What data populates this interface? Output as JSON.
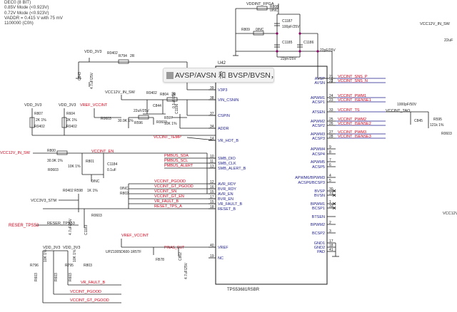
{
  "notes": [
    "DEC0 (8 BIT)",
    "0.85V Mode (<0.923V)",
    "0.72V Mode (<0.923V)",
    "VADDR = 0.415 V with 75 mV",
    "1100000 (C0h)"
  ],
  "ic": {
    "refdes": "U42",
    "part": "TPS53681RSBR"
  },
  "tooltip_text": "AVSP/AVSN 和 BVSP/BVSN，分",
  "colors": {
    "wire": "#1a1a1a",
    "pin": "#1a1a8c",
    "net": "#d4001a",
    "value": "#222222",
    "junction": "#8b0066"
  },
  "left_pins": [
    {
      "num": "39",
      "name": "V3P3"
    },
    {
      "num": "38",
      "name": "VIN_CSNIN"
    },
    {
      "num": "37",
      "name": "CSPIN"
    },
    {
      "num": "34",
      "name": "ADDR"
    },
    {
      "num": "14",
      "name": "VR_HOT_B"
    },
    {
      "num": "10",
      "name": "SMB_DIO"
    },
    {
      "num": "11",
      "name": "SMB_CLK"
    },
    {
      "num": "13",
      "name": "SMB_ALERT_B"
    },
    {
      "num": "12",
      "name": "AVR_RDY"
    },
    {
      "num": "16",
      "name": "BVR_RDY"
    },
    {
      "num": "15",
      "name": "AVR_EN"
    },
    {
      "num": "17",
      "name": "BVR_EN"
    },
    {
      "num": "15",
      "name": "VR_FAULT_B"
    },
    {
      "num": "18",
      "name": "RESET_B"
    },
    {
      "num": "40",
      "name": "VREF"
    },
    {
      "num": "19",
      "name": "NC"
    }
  ],
  "right_pins": [
    {
      "num": "21",
      "name": "AVSP"
    },
    {
      "num": "22",
      "name": "AVSN"
    },
    {
      "num": "24",
      "name": "APWM1"
    },
    {
      "num": "23",
      "name": "ACSP1"
    },
    {
      "num": "33",
      "name": "ATSEN"
    },
    {
      "num": "25",
      "name": "APWM2"
    },
    {
      "num": "26",
      "name": "ACSP2"
    },
    {
      "num": "27",
      "name": "APWM3"
    },
    {
      "num": "28",
      "name": "ACSP3"
    },
    {
      "num": "9",
      "name": "APWM4"
    },
    {
      "num": "8",
      "name": "ACSP4"
    },
    {
      "num": "7",
      "name": "APWM5"
    },
    {
      "num": "6",
      "name": "ACSP5"
    },
    {
      "num": "4",
      "name": "APWM6/BPWM3"
    },
    {
      "num": "5",
      "name": "ACSP6/BCSP3"
    },
    {
      "num": "30",
      "name": "BVSP"
    },
    {
      "num": "31",
      "name": "BVSN"
    },
    {
      "num": "1",
      "name": "BPWM1"
    },
    {
      "num": "32",
      "name": "BCSP1"
    },
    {
      "num": "",
      "name": "BTSEN"
    },
    {
      "num": "2",
      "name": "BPWM2"
    },
    {
      "num": "3",
      "name": "BCSP2"
    },
    {
      "num": "17",
      "name": "GND1"
    },
    {
      "num": "18",
      "name": "GND2"
    },
    {
      "num": "41",
      "name": "PAD"
    }
  ],
  "right_nets": [
    "VCCINT_SNS_P",
    "VCCINT_SNS_N",
    "VCCINT_PWM1",
    "VCCINT_ISENSE1",
    "VCCINT_TS",
    "VCCINT_PWM2",
    "VCCINT_ISENSE2",
    "VCCINT_PWM3",
    "VCCINT_ISENSE3"
  ],
  "left_nets": [
    "VCCINT_TEMP",
    "PMBUS_SDA",
    "PMBUS_SCL",
    "PMBUS_ALERT",
    "VCCINT_PGOOD",
    "VCCINT_GT_PGOOD",
    "VCCINT_SN",
    "VCCINT_GT_EN",
    "VR_FAULT_B",
    "RESET_TPS_A"
  ],
  "bottom_nets": [
    "VR_FAULT_B",
    "VCCINT_PGOOD",
    "VCCINT_GT_PGOOD"
  ],
  "labels": {
    "vddint_fpga": "VDDINT_FPGA",
    "vcc12v_in_sw": "VCC12V_IN_SW",
    "vref_vccint": "VREF_VCCINT",
    "vccint_en": "VCCINT_EN",
    "vccint_tao": "VCCINT_TAO",
    "vcc3v3_stm": "VCC3V3_STM",
    "reser_tps53": "RESER_TPS53",
    "reser_tps53_wire": "RESER_TPS53",
    "pinas_out": "PINAS_OUT",
    "vdd_3v3": "VDD_3V3",
    "r808": "R808",
    "r808_val": "0/NC",
    "r809": "R809",
    "r809_val": "0/NC",
    "c1187": "C1187",
    "c1187_val": "100pF/25V",
    "c1185": "C1185",
    "c1186": "C1186",
    "c_22pf": "22pF/25V",
    "r0402": "R0402",
    "r794": "R794",
    "r794_val": "2R",
    "c843": "C843",
    "c843_val": "4.7uF/25V",
    "r804": "R804",
    "r804_val": "2R",
    "c844": "C844",
    "c844_val": "22uF/25V",
    "c1196": "C1196",
    "c1196_val": "0.1uF/25V",
    "r0603": "R0603",
    "r597": "R597",
    "r597_val": "10K 1%",
    "r596": "R596",
    "r596_val": "30.9K 1%",
    "r807": "R807",
    "r807_val": "2K 1%",
    "r604": "R604",
    "r604_val": "2K 1%",
    "r800": "R800",
    "r800_val": "30.9K 1%",
    "r801": "R801",
    "r801_val": "10K 1%",
    "c1184": "C1184",
    "c1184_val": "0.1uF",
    "r598": "R598",
    "r598_val": "1K 1%",
    "r0402b": "R0402",
    "r806": "R806",
    "r806_val": "0/NC",
    "r802": "R802",
    "r802_val": "0/NC",
    "r0603b": "R0603",
    "c1183": "C1183",
    "c1183_val": "4.7uF/25V",
    "fb78": "FB78",
    "fb78_part": "UPZ1005D600-1R5TF",
    "c862": "C862",
    "c862_val": "4.7uF/25V",
    "r796": "R796",
    "r603": "R603",
    "r795": "R795",
    "r803": "R803",
    "r_10k": "10K 1%",
    "c845": "C845",
    "c845_val": "1000pF/50V",
    "r595": "R595",
    "r595_val": "121k 1%",
    "r0603c": "R0603",
    "c_22uf": "22uF",
    "cut_left": "VCC12V_IN_SW"
  }
}
